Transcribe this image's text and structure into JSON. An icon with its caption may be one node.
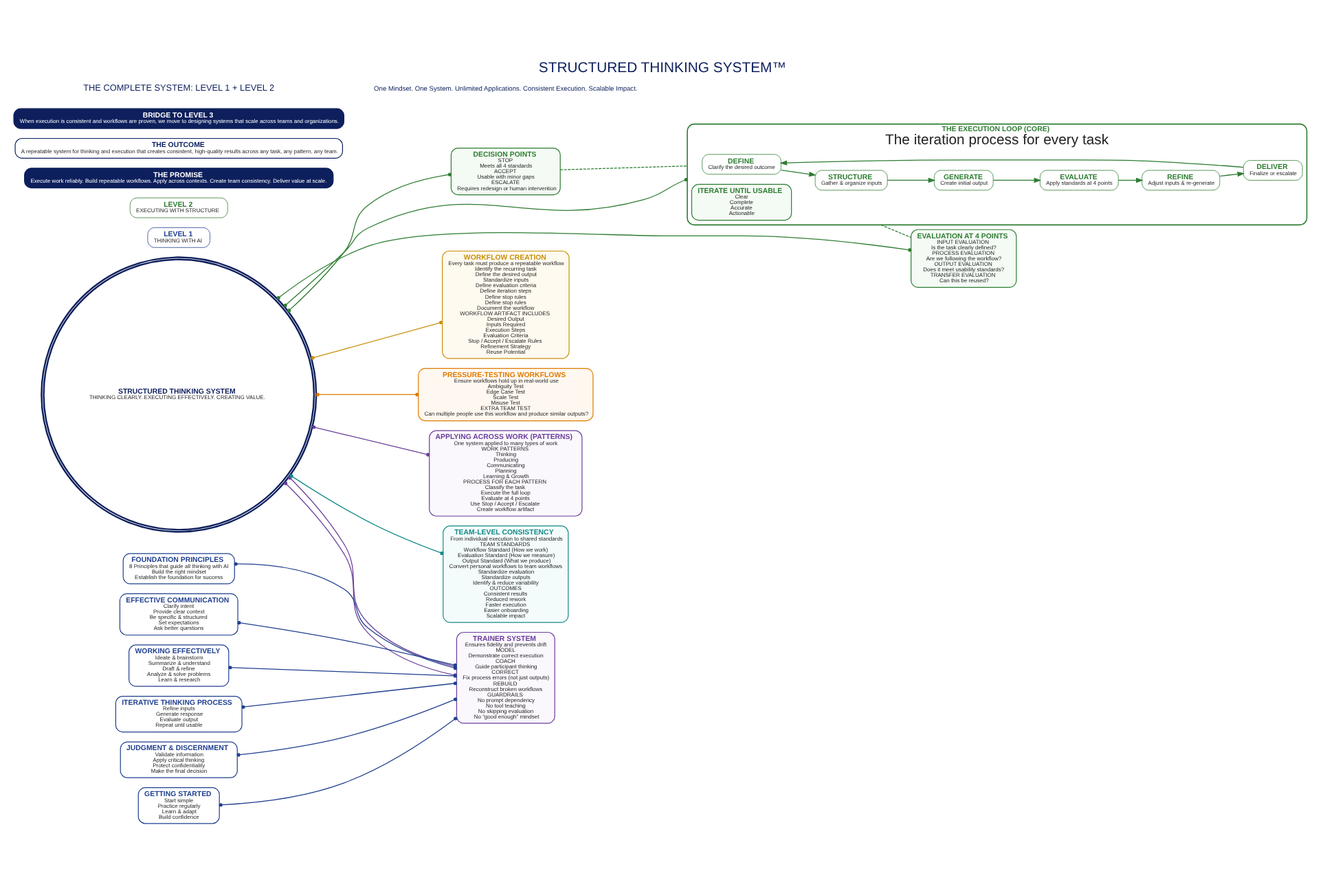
{
  "diagram": {
    "title": "STRUCTURED THINKING SYSTEM™",
    "nodes": [
      {
        "text": [
          "STRUCTURED THINKING SYSTEM",
          "THINKING CLEARLY. EXECUTING EFFECTIVELY. CREATING VALUE."
        ]
      },
      {
        "text": [
          "LEVEL 1",
          "THINKING WITH AI"
        ]
      },
      {
        "text": [
          "FOUNDATION PRINCIPLES",
          "8 Principles that guide all thinking with AI",
          "Build the right mindset",
          "Establish the foundation for success"
        ]
      },
      {
        "text": [
          "EFFECTIVE COMMUNICATION",
          "Clarify intent",
          "Provide clear context",
          "Be specific & structured",
          "Set expectations",
          "Ask better questions"
        ]
      },
      {
        "text": [
          "WORKING EFFECTIVELY",
          "Ideate & brainstorm",
          "Summarize & understand",
          "Draft & refine",
          "Analyze & solve problems",
          "Learn & research"
        ]
      },
      {
        "text": [
          "ITERATIVE THINKING PROCESS",
          "Refine inputs",
          "Generate response",
          "Evaluate output",
          "Repeat until usable"
        ]
      },
      {
        "text": [
          "JUDGMENT & DISCERNMENT",
          "Validate information",
          "Apply critical thinking",
          "Protect confidentiality",
          "Make the final decision"
        ]
      },
      {
        "text": [
          "GETTING STARTED",
          "Start simple",
          "Practice regularly",
          "Learn & adapt",
          "Build confidence"
        ]
      },
      {
        "text": [
          "DECISION POINTS",
          "STOP",
          "Meets all 4 standards",
          "ACCEPT",
          "Usable with minor gaps",
          "ESCALATE",
          "Requires redesign or human intervention"
        ]
      },
      {
        "text": [
          "THE EXECUTION LOOP (CORE)",
          "The iteration process for every task"
        ]
      },
      {
        "text": [
          "DEFINE",
          "Clarify the desired outcome"
        ],
        "in": 9
      },
      {
        "text": [
          "STRUCTURE",
          "Gather & organize inputs"
        ],
        "in": 9
      },
      {
        "text": [
          "GENERATE",
          "Create initial output"
        ],
        "in": 9
      },
      {
        "text": [
          "EVALUATE",
          "Apply standards at 4 points"
        ],
        "in": 9
      },
      {
        "text": [
          "REFINE",
          "Adjust inputs & re-generate"
        ],
        "in": 9
      },
      {
        "text": [
          "DELIVER",
          "Finalize or escalate"
        ],
        "in": 9
      },
      {
        "text": [
          "ITERATE UNTIL USABLE",
          "Clear",
          "Complete",
          "Accurate",
          "Actionable"
        ],
        "in": 9
      },
      {
        "text": [
          "EVALUATION AT 4 POINTS",
          "INPUT EVALUATION",
          "Is the task clearly defined?",
          "PROCESS EVALUATION",
          "Are we following the workflow?",
          "OUTPUT EVALUATION",
          "Does it meet usability standards?",
          "TRANSFER EVALUATION",
          "Can this be reused?"
        ]
      },
      {
        "text": [
          "LEVEL 2",
          "EXECUTING WITH STRUCTURE"
        ]
      },
      {
        "text": [
          "WORKFLOW CREATION",
          "Every task must produce a repeatable workflow",
          "Identify the recurring task",
          "Define the desired output",
          "Standardize inputs",
          "Define evaluation criteria",
          "Define iteration steps",
          "Define stop rules",
          "Define stop rules",
          "Document the workflow",
          "WORKFLOW ARTIFACT INCLUDES",
          "Desired Output",
          "Inputs Required",
          "Execution Steps",
          "Evaluation Criteria",
          "Stop / Accept / Escalate Rules",
          "Refinement Strategy",
          "Reuse Potential"
        ]
      },
      {
        "text": [
          "PRESSURE-TESTING WORKFLOWS",
          "Ensure workflows hold up in real-world use",
          "Ambiguity Test",
          "Edge Case Test",
          "Scale Test",
          "Misuse Test",
          "EXTRA TEAM TEST",
          "Can multiple people use this workflow and produce similar outputs?"
        ]
      },
      {
        "text": [
          "APPLYING ACROSS WORK (PATTERNS)",
          "One system applied to many types of work",
          "WORK PATTERNS",
          "Thinking",
          "Producing",
          "Communicating",
          "Planning",
          "Learning & Growth",
          "PROCESS FOR EACH PATTERN",
          "Classify the task",
          "Execute the full loop",
          "Evaluate at 4 points",
          "Use Stop / Accept / Escalate",
          "Create workflow artifact"
        ]
      },
      {
        "text": [
          "TRAINER SYSTEM",
          "Ensures fidelity and prevents drift",
          "MODEL",
          "Demonstrate correct execution",
          "COACH",
          "Guide participant thinking",
          "CORRECT",
          "Fix process errors (not just outputs)",
          "REBUILD",
          "Reconstruct broken workflows",
          "GUARDRAILS",
          "No prompt dependency",
          "No tool teaching",
          "No skipping evaluation",
          "No “good enough” mindset"
        ]
      },
      {
        "text": [
          "TEAM-LEVEL CONSISTENCY",
          "From individual execution to shared standards",
          "TEAM STANDARDS",
          "Workflow Standard (How we work)",
          "Evaluation Standard (How we measure)",
          "Output Standard (What we produce)",
          "Convert personal workflows to team workflows",
          "Standardize evaluation",
          "Standardize outputs",
          "Identify & reduce variability",
          "OUTCOMES",
          "Consistent results",
          "Reduced rework",
          "Faster execution",
          "Easier onboarding",
          "Scalable impact"
        ]
      },
      {
        "text": [
          "THE PROMISE",
          "Execute work reliably. Build repeatable workflows. Apply across contexts. Create team consistency. Deliver value at scale."
        ]
      },
      {
        "text": [
          "THE OUTCOME",
          "A repeatable system for thinking and execution that creates consistent, high-quality results across any task, any pattern, any team."
        ]
      },
      {
        "text": [
          "BRIDGE TO LEVEL 3",
          "When execution is consistent and workflows are proven, we move to designing systems that scale across teams and organizations."
        ]
      }
    ],
    "edges": [
      {
        "from": 2,
        "to": 22,
        "arrow": "other",
        "color": "#1f3f8f"
      },
      {
        "from": 3,
        "to": 22,
        "arrow": "other",
        "color": "#1f3f8f"
      },
      {
        "from": 4,
        "to": 22,
        "arrow": "other",
        "color": "#1f3f8f"
      },
      {
        "from": 5,
        "to": 22,
        "arrow": "other",
        "color": "#1f3f8f"
      },
      {
        "from": 6,
        "to": 22,
        "arrow": "other",
        "color": "#1f3f8f"
      },
      {
        "from": 7,
        "to": 22,
        "arrow": "other",
        "color": "#1f3f8f"
      },
      {
        "from": 10,
        "to": 11,
        "arrow": "to"
      },
      {
        "from": 11,
        "to": 12,
        "arrow": "to"
      },
      {
        "from": 12,
        "to": 13,
        "arrow": "to"
      },
      {
        "from": 13,
        "to": 14,
        "arrow": "to"
      },
      {
        "from": 14,
        "to": 15,
        "arrow": "to"
      },
      {
        "from": 15,
        "to": 10,
        "arrow": "to"
      },
      {
        "from": 8,
        "to": 9,
        "arrow": "none",
        "style": "dashed"
      },
      {
        "from": 9,
        "to": 17,
        "arrow": "none",
        "style": "dashed"
      },
      {
        "from": 0,
        "to": 8,
        "arrow": "other"
      },
      {
        "from": 0,
        "to": 9,
        "arrow": "other"
      },
      {
        "from": 0,
        "to": 17,
        "arrow": "other"
      },
      {
        "from": 0,
        "to": 19,
        "arrow": "other",
        "color": "#c8900a"
      },
      {
        "from": 0,
        "to": 20,
        "arrow": "other",
        "color": "#e07b00"
      },
      {
        "from": 0,
        "to": 21,
        "arrow": "other",
        "color": "#6a3d9a"
      },
      {
        "from": 0,
        "to": 22,
        "arrow": "other",
        "color": "#6a3d9a"
      },
      {
        "from": 0,
        "to": 22,
        "arrow": "other",
        "color": "#6a3d9a"
      },
      {
        "from": 0,
        "to": 23,
        "arrow": "other",
        "color": "#138a8a"
      }
    ],
    "labels": [
      "THE COMPLETE SYSTEM: LEVEL 1 + LEVEL 2",
      "One Mindset. One System. Unlimited Applications. Consistent Execution. Scalable Impact."
    ]
  }
}
